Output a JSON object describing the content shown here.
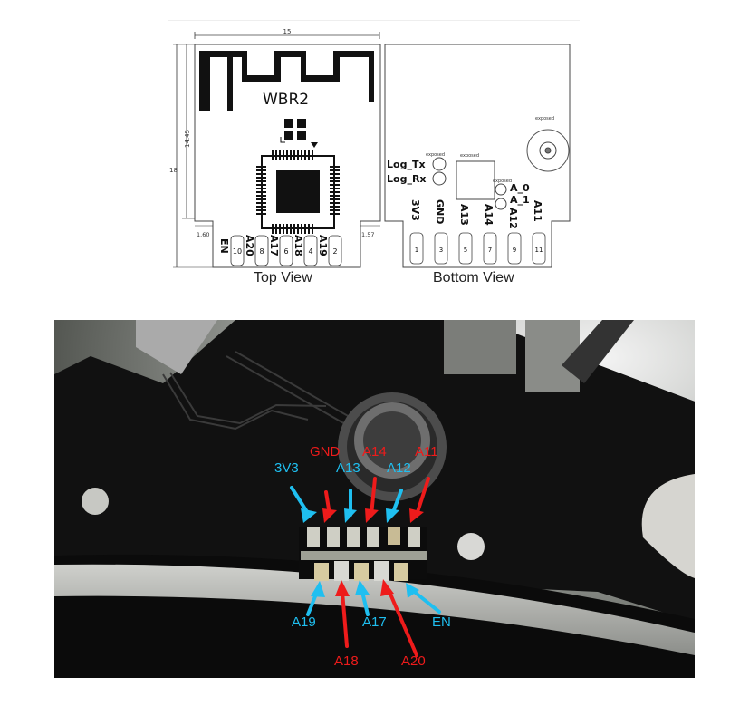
{
  "top_view": {
    "caption": "Top View",
    "module_label": "WBR2",
    "dimensions": {
      "width": "15",
      "height_total": "18",
      "height_body": "14.45",
      "left_notch": "1.60",
      "right_notch": "1.57"
    },
    "pins": [
      {
        "num": "10",
        "name": "A20"
      },
      {
        "num": "8",
        "name": "A17"
      },
      {
        "num": "6",
        "name": "A18"
      },
      {
        "num": "4",
        "name": "A19"
      },
      {
        "num": "2",
        "name": ""
      }
    ],
    "en_label": "EN"
  },
  "bottom_view": {
    "caption": "Bottom View",
    "exposed_label": "exposed",
    "pads": [
      {
        "num": "1",
        "name": "3V3"
      },
      {
        "num": "3",
        "name": "GND"
      },
      {
        "num": "5",
        "name": "A13"
      },
      {
        "num": "7",
        "name": "A14"
      },
      {
        "num": "9",
        "name": "A12"
      },
      {
        "num": "11",
        "name": "A11"
      }
    ],
    "test_points": [
      "Log_Tx",
      "Log_Rx",
      "A_0",
      "A_1"
    ]
  },
  "photo": {
    "top_labels": [
      {
        "text": "3V3",
        "color": "blue"
      },
      {
        "text": "GND",
        "color": "red"
      },
      {
        "text": "A13",
        "color": "blue"
      },
      {
        "text": "A14",
        "color": "red"
      },
      {
        "text": "A12",
        "color": "blue"
      },
      {
        "text": "A11",
        "color": "red"
      }
    ],
    "bottom_labels": [
      {
        "text": "A19",
        "color": "blue"
      },
      {
        "text": "A18",
        "color": "red"
      },
      {
        "text": "A17",
        "color": "blue"
      },
      {
        "text": "A20",
        "color": "red"
      },
      {
        "text": "EN",
        "color": "blue"
      }
    ],
    "colors": {
      "blue": "#1fbff0",
      "red": "#ee1b1b"
    }
  }
}
